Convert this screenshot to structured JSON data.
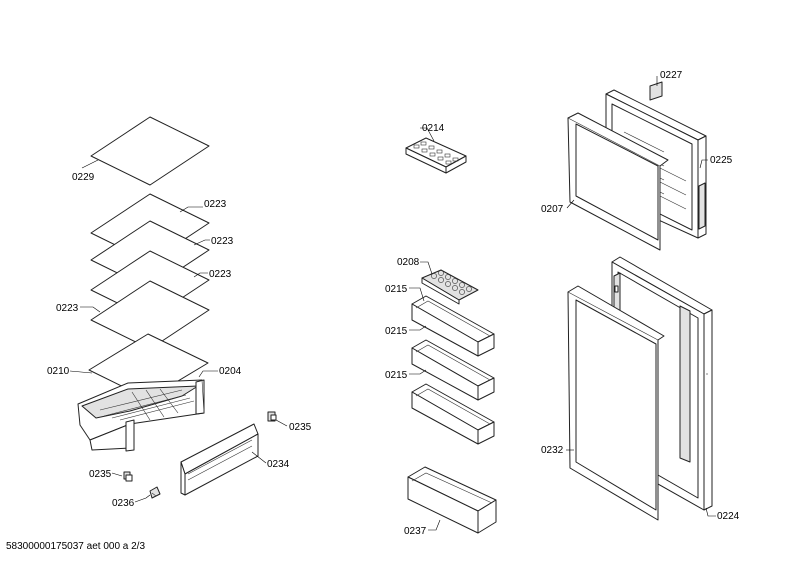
{
  "labels": {
    "l0229": "0229",
    "l0223a": "0223",
    "l0223b": "0223",
    "l0223c": "0223",
    "l0223d": "0223",
    "l0210": "0210",
    "l0204": "0204",
    "l0235a": "0235",
    "l0234": "0234",
    "l0235b": "0235",
    "l0236": "0236",
    "l0214": "0214",
    "l0208": "0208",
    "l0215a": "0215",
    "l0215b": "0215",
    "l0215c": "0215",
    "l0237": "0237",
    "l0227": "0227",
    "l0225": "0225",
    "l0207": "0207",
    "l0232": "0232",
    "l0224": "0224"
  },
  "footer": "58300000175037 aet 000 a 2/3"
}
